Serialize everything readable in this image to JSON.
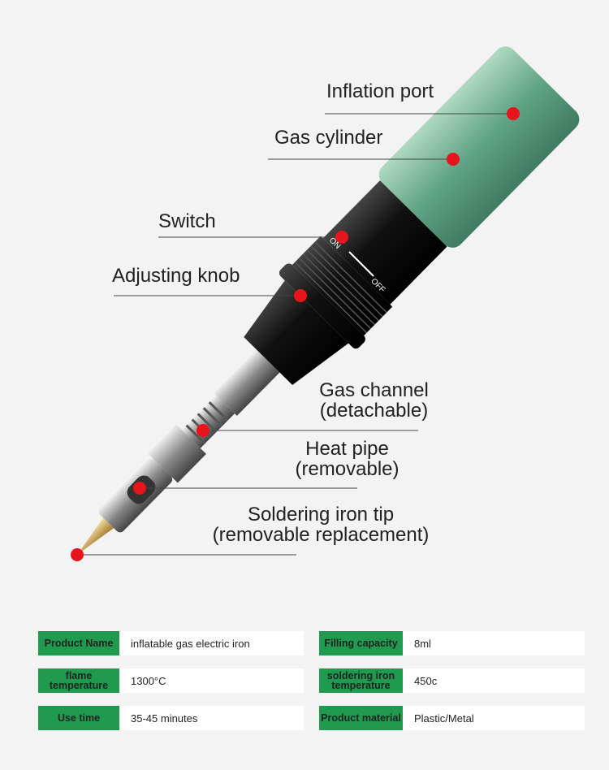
{
  "labels": {
    "inflation_port": "Inflation port",
    "gas_cylinder": "Gas cylinder",
    "switch": "Switch",
    "adjusting_knob": "Adjusting knob",
    "gas_channel": [
      "Gas channel",
      "(detachable)"
    ],
    "heat_pipe": [
      "Heat pipe",
      "(removable)"
    ],
    "tip": [
      "Soldering iron tip",
      "(removable replacement)"
    ]
  },
  "switch_marks": {
    "on": "ON",
    "off": "OFF"
  },
  "colors": {
    "accent": "#1f9a4e",
    "dot": "#e8141b"
  },
  "specs": [
    {
      "key": "Product Name",
      "value": "inflatable gas electric iron"
    },
    {
      "key": "Filling capacity",
      "value": "8ml"
    },
    {
      "key": "flame temperature",
      "value": "1300°C"
    },
    {
      "key": "soldering iron temperature",
      "value": "450c"
    },
    {
      "key": "Use time",
      "value": "35-45 minutes"
    },
    {
      "key": "Product material",
      "value": "Plastic/Metal"
    }
  ]
}
